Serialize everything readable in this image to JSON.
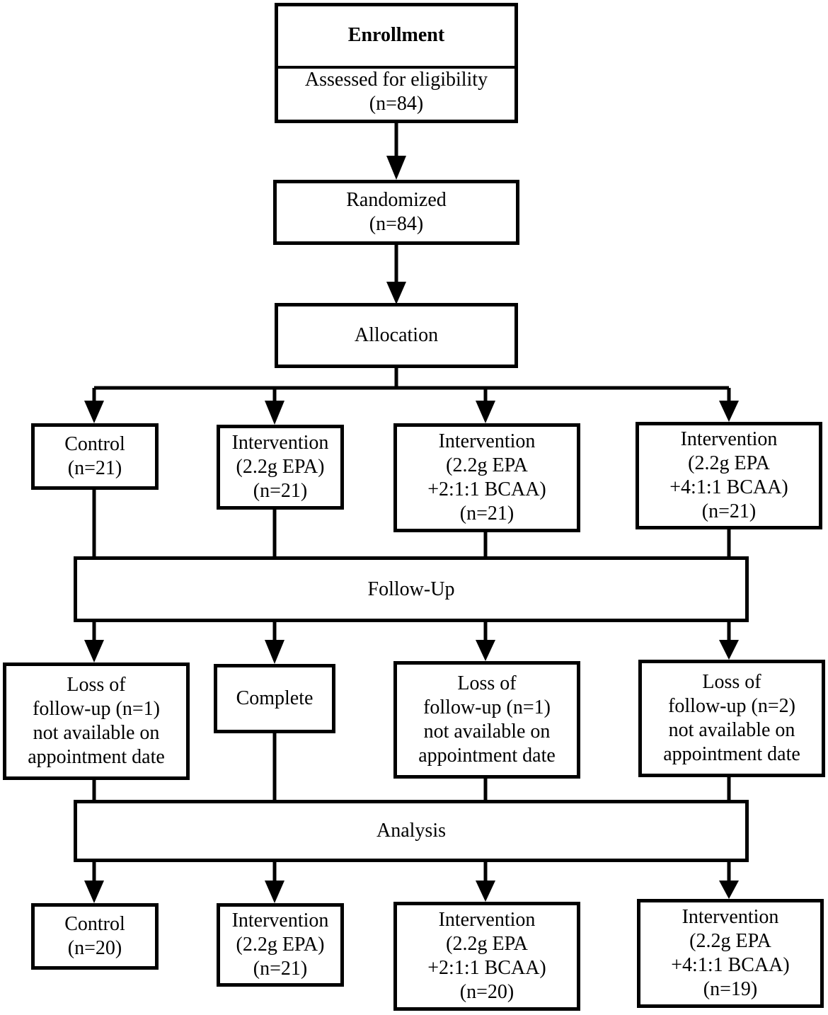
{
  "colors": {
    "line": "#000000",
    "background": "#ffffff"
  },
  "enrollment": {
    "title": "Enrollment",
    "line1": "Assessed for eligibility",
    "line2": "(n=84)"
  },
  "randomized": {
    "line1": "Randomized",
    "line2": "(n=84)"
  },
  "allocation": {
    "label": "Allocation"
  },
  "groups": [
    {
      "line1": "Control",
      "line2": "(n=21)"
    },
    {
      "line1": "Intervention",
      "line2": "(2.2g EPA)",
      "line3": "(n=21)"
    },
    {
      "line1": "Intervention",
      "line2": "(2.2g EPA",
      "line3": "+2:1:1 BCAA)",
      "line4": "(n=21)"
    },
    {
      "line1": "Intervention",
      "line2": "(2.2g EPA",
      "line3": "+4:1:1 BCAA)",
      "line4": "(n=21)"
    }
  ],
  "followup": {
    "label": "Follow-Up"
  },
  "outcomes": [
    {
      "line1": "Loss of",
      "line2": "follow-up (n=1)",
      "line3": "not available on",
      "line4": "appointment date"
    },
    {
      "line1": "Complete"
    },
    {
      "line1": "Loss of",
      "line2": "follow-up (n=1)",
      "line3": "not available on",
      "line4": "appointment date"
    },
    {
      "line1": "Loss of",
      "line2": "follow-up (n=2)",
      "line3": "not available on",
      "line4": "appointment date"
    }
  ],
  "analysis": {
    "label": "Analysis"
  },
  "analyzed": [
    {
      "line1": "Control",
      "line2": "(n=20)"
    },
    {
      "line1": "Intervention",
      "line2": "(2.2g EPA)",
      "line3": "(n=21)"
    },
    {
      "line1": "Intervention",
      "line2": "(2.2g EPA",
      "line3": "+2:1:1 BCAA)",
      "line4": "(n=20)"
    },
    {
      "line1": "Intervention",
      "line2": "(2.2g EPA",
      "line3": "+4:1:1 BCAA)",
      "line4": "(n=19)"
    }
  ]
}
